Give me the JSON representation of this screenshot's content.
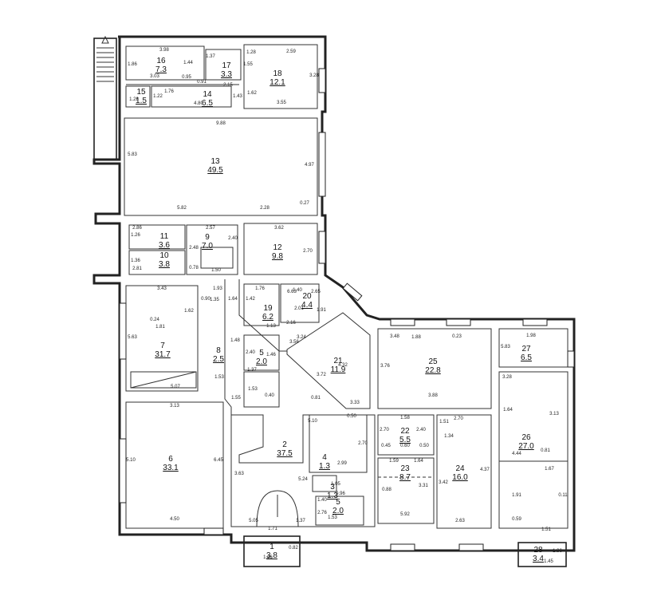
{
  "plan": {
    "rooms": [
      {
        "id": "room-1",
        "number": "1",
        "area": "3.8"
      },
      {
        "id": "room-2",
        "number": "2",
        "area": "37.5"
      },
      {
        "id": "room-3",
        "number": "3",
        "area": "1.3"
      },
      {
        "id": "room-4",
        "number": "4",
        "area": "1.3"
      },
      {
        "id": "room-5a",
        "number": "5",
        "area": "2.0"
      },
      {
        "id": "room-5b",
        "number": "5",
        "area": "2.0"
      },
      {
        "id": "room-6",
        "number": "6",
        "area": "33.1"
      },
      {
        "id": "room-7",
        "number": "7",
        "area": "31.7"
      },
      {
        "id": "room-8",
        "number": "8",
        "area": "2.5"
      },
      {
        "id": "room-9",
        "number": "9",
        "area": "7.0"
      },
      {
        "id": "room-10",
        "number": "10",
        "area": "3.8"
      },
      {
        "id": "room-11",
        "number": "11",
        "area": "3.6"
      },
      {
        "id": "room-12",
        "number": "12",
        "area": "9.8"
      },
      {
        "id": "room-13",
        "number": "13",
        "area": "49.5"
      },
      {
        "id": "room-14",
        "number": "14",
        "area": "6.5"
      },
      {
        "id": "room-15",
        "number": "15",
        "area": "1.5"
      },
      {
        "id": "room-16",
        "number": "16",
        "area": "7.3"
      },
      {
        "id": "room-17",
        "number": "17",
        "area": "3.3"
      },
      {
        "id": "room-18",
        "number": "18",
        "area": "12.1"
      },
      {
        "id": "room-19",
        "number": "19",
        "area": "6.2"
      },
      {
        "id": "room-20",
        "number": "20",
        "area": "4.4"
      },
      {
        "id": "room-21",
        "number": "21",
        "area": "11.9"
      },
      {
        "id": "room-22",
        "number": "22",
        "area": "5.5"
      },
      {
        "id": "room-23",
        "number": "23",
        "area": "8.7"
      },
      {
        "id": "room-24",
        "number": "24",
        "area": "16.0"
      },
      {
        "id": "room-25",
        "number": "25",
        "area": "22.8"
      },
      {
        "id": "room-26",
        "number": "26",
        "area": "27.0"
      },
      {
        "id": "room-27",
        "number": "27",
        "area": "6.5"
      },
      {
        "id": "room-28",
        "number": "28",
        "area": "3.4"
      }
    ],
    "dimensions": [
      "3.98",
      "1.86",
      "3.03",
      "1.44",
      "0.95",
      "1.37",
      "0.91",
      "1.55",
      "2.15",
      "1.28",
      "2.59",
      "3.28",
      "3.55",
      "1.62",
      "1.43",
      "1.76",
      "1.22",
      "4.80",
      "1.28",
      "9.88",
      "5.83",
      "4.97",
      "5.82",
      "2.28",
      "0.27",
      "2.86",
      "1.26",
      "2.57",
      "2.40",
      "1.36",
      "2.81",
      "2.48",
      "0.78",
      "1.50",
      "3.62",
      "2.70",
      "3.43",
      "1.35",
      "0.90",
      "1.62",
      "0.24",
      "1.81",
      "5.63",
      "5.07",
      "1.93",
      "1.64",
      "1.76",
      "1.42",
      "1.40",
      "2.65",
      "6.63",
      "1.91",
      "2.01",
      "2.16",
      "1.13",
      "3.24",
      "3.56",
      "1.48",
      "2.40",
      "1.46",
      "1.53",
      "1.37",
      "1.53",
      "1.55",
      "0.40",
      "4.32",
      "3.72",
      "3.33",
      "0.81",
      "3.48",
      "1.88",
      "0.23",
      "3.76",
      "3.88",
      "5.83",
      "1.98",
      "3.28",
      "3.13",
      "5.10",
      "6.45",
      "4.50",
      "5.10",
      "0.50",
      "1.58",
      "2.70",
      "2.70",
      "1.51",
      "1.34",
      "0.45",
      "0.50",
      "0.60",
      "2.40",
      "1.59",
      "1.64",
      "0.88",
      "3.31",
      "3.42",
      "4.37",
      "5.92",
      "2.63",
      "2.70",
      "2.99",
      "3.63",
      "5.24",
      "5.05",
      "1.71",
      "1.37",
      "0.82",
      "1.36",
      "2.76",
      "1.40",
      "1.53",
      "1.05",
      "0.96",
      "1.64",
      "3.13",
      "4.44",
      "0.81",
      "1.67",
      "1.91",
      "0.11",
      "0.59",
      "1.51",
      "1.36",
      "1.45",
      "2.32"
    ]
  }
}
